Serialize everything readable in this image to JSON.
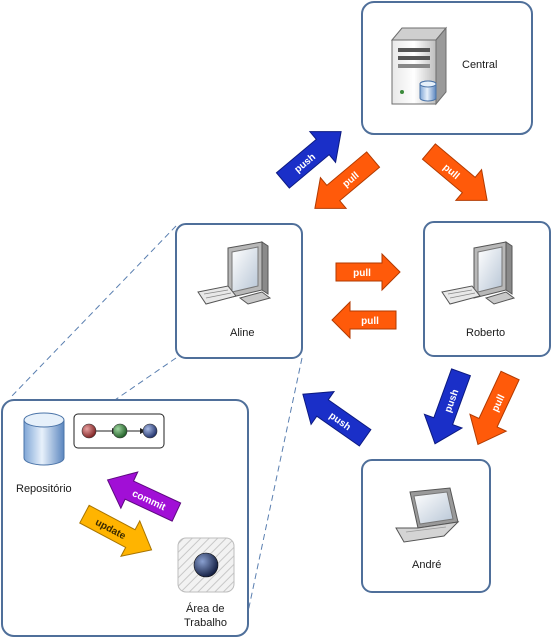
{
  "nodes": {
    "central": {
      "label": "Central",
      "icon": "server-icon"
    },
    "aline": {
      "label": "Aline",
      "icon": "desktop-computer-icon"
    },
    "roberto": {
      "label": "Roberto",
      "icon": "desktop-computer-icon"
    },
    "andre": {
      "label": "André",
      "icon": "laptop-icon"
    }
  },
  "detail": {
    "repository_label": "Repositório",
    "workarea_label_line1": "Área de",
    "workarea_label_line2": "Trabalho",
    "repository_icon": "database-icon",
    "history_icon": "commit-history-icon",
    "workarea_icon": "working-area-icon"
  },
  "arrows": {
    "aline_to_central": "push",
    "central_to_aline": "pull",
    "central_to_roberto": "pull",
    "aline_to_roberto": "pull",
    "roberto_to_aline": "pull",
    "roberto_to_andre_push": "push",
    "andre_to_roberto_pull": "pull",
    "andre_to_aline": "push",
    "commit": "commit",
    "update": "update"
  },
  "colors": {
    "push": "#1a2fc8",
    "pull": "#ff5a0a",
    "commit": "#a10fd6",
    "update": "#ffb400",
    "box_border": "#4f6f9a",
    "dashed": "#5a7fb0"
  }
}
